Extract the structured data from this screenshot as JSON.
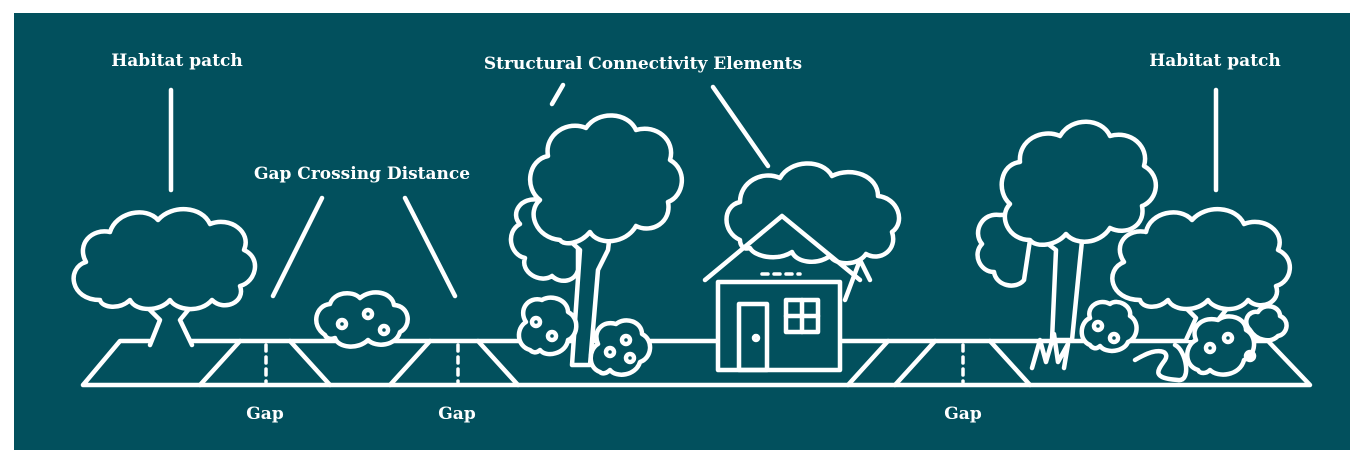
{
  "labels": {
    "habitat_patch_left": "Habitat patch",
    "habitat_patch_right": "Habitat patch",
    "structural_elements": "Structural Connectivity Elements",
    "gap_crossing_distance": "Gap Crossing Distance",
    "gap_1": "Gap",
    "gap_2": "Gap",
    "gap_3": "Gap"
  },
  "colors": {
    "background": "#02505d",
    "line": "#ffffff",
    "frame": "#ffffff"
  }
}
